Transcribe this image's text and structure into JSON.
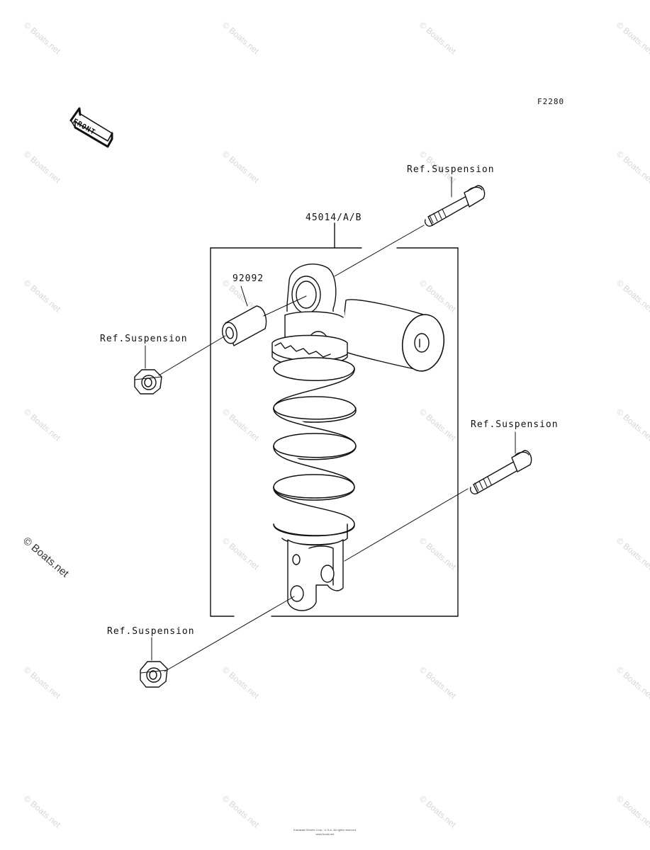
{
  "figure_code": "F2280",
  "front_arrow_text": "FRONT",
  "labels": {
    "ref_top": "Ref.Suspension",
    "assembly": "45014/A/B",
    "bushing": "92092",
    "ref_left": "Ref.Suspension",
    "ref_right": "Ref.Suspension",
    "ref_bottom": "Ref.Suspension"
  },
  "watermark": "© Boats.net",
  "footer": {
    "line1": "Kawasaki Motors Corp., U.S.A. All rights reserved.",
    "line2": "www.boats.net"
  }
}
